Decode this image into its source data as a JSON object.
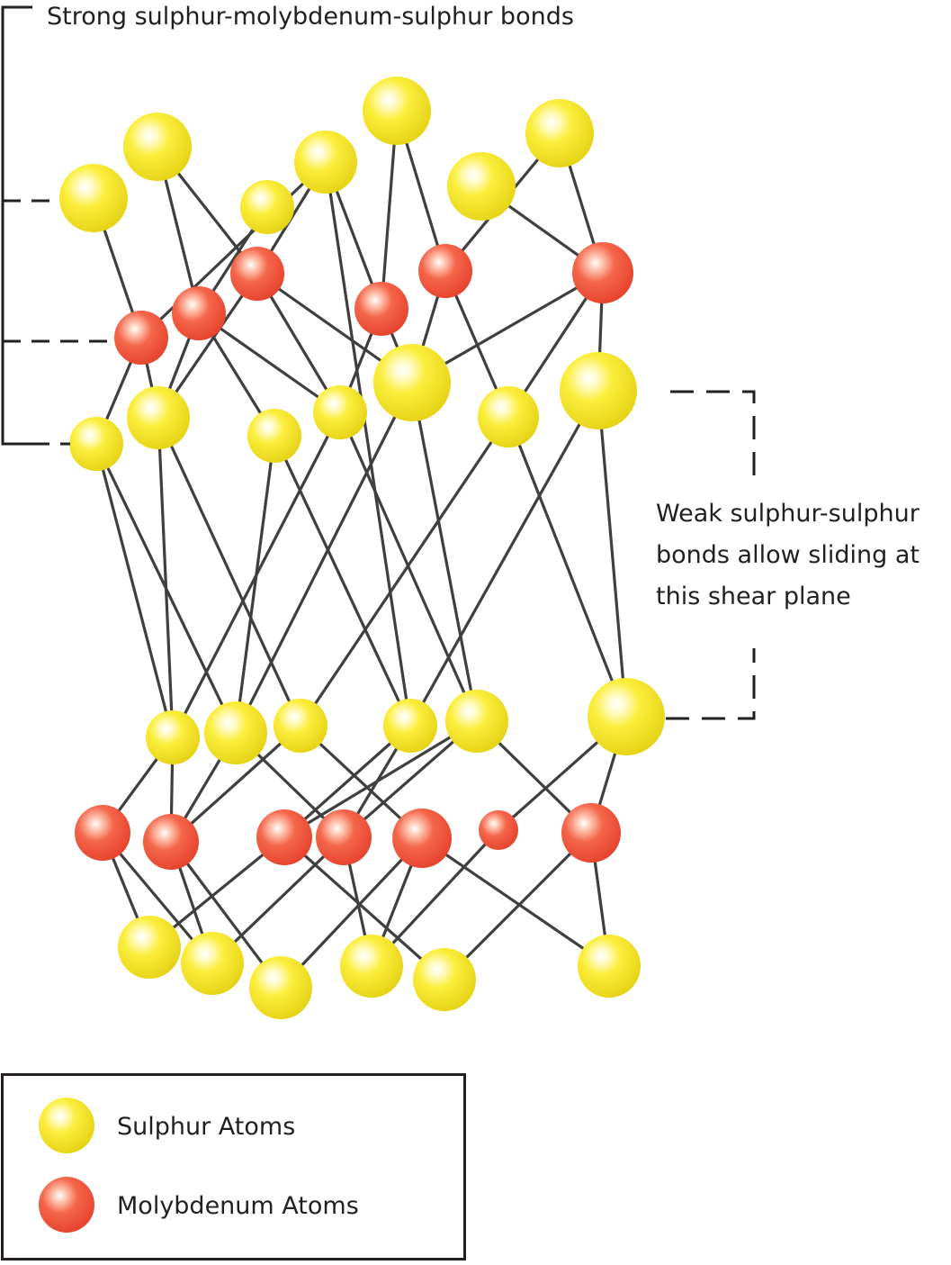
{
  "labels": {
    "strong": "Strong sulphur-molybdenum-sulphur bonds",
    "weak_lines": [
      "Weak sulphur-sulphur",
      "bonds allow sliding at",
      "this shear plane"
    ]
  },
  "legend": {
    "sulphur": "Sulphur Atoms",
    "molybdenum": "Molybdenum Atoms"
  },
  "colors": {
    "sulphur": "#f5e61c",
    "molybdenum": "#f0553a",
    "bond": "#3f3f3f",
    "text": "#231f20"
  }
}
